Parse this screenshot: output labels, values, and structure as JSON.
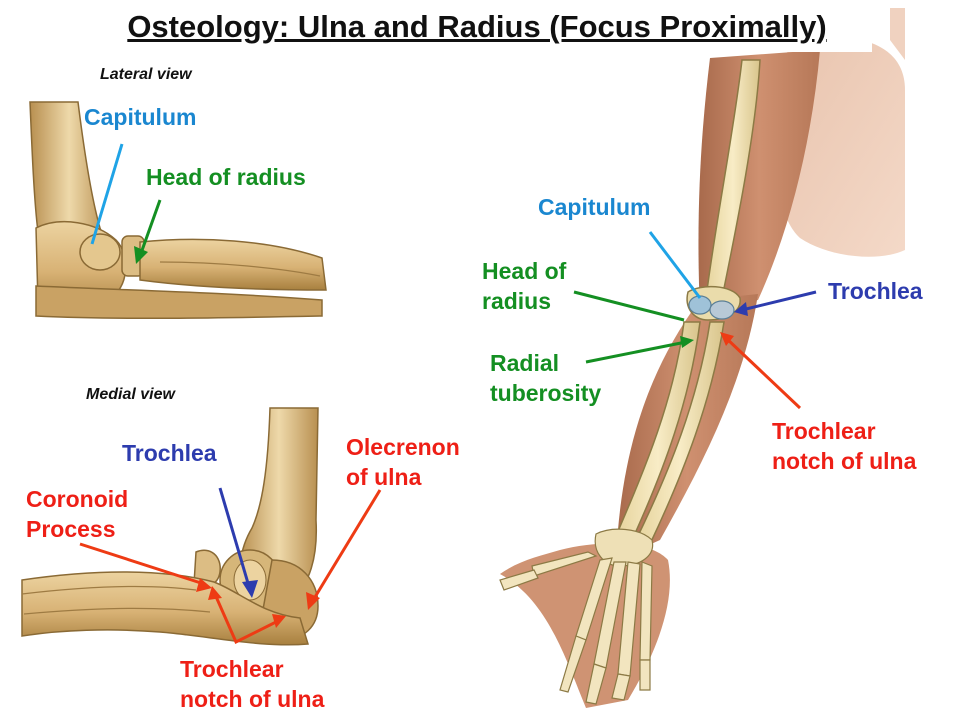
{
  "title": "Osteology: Ulna and Radius (Focus Proximally)",
  "views": {
    "lateral": "Lateral view",
    "medial": "Medial view"
  },
  "lateral_labels": {
    "capitulum": "Capitulum",
    "head_of_radius": "Head of radius"
  },
  "medial_labels": {
    "trochlea": "Trochlea",
    "olecrenon_line1": "Olecrenon",
    "olecrenon_line2": "of ulna",
    "coronoid_line1": "Coronoid",
    "coronoid_line2": "Process",
    "trochlear_notch_line1": "Trochlear",
    "trochlear_notch_line2": "notch of ulna"
  },
  "arm_labels": {
    "capitulum": "Capitulum",
    "head_of_radius_line1": "Head of",
    "head_of_radius_line2": "radius",
    "radial_tuberosity_line1": "Radial",
    "radial_tuberosity_line2": "tuberosity",
    "trochlea": "Trochlea",
    "trochlear_notch_line1": "Trochlear",
    "trochlear_notch_line2": "notch of ulna"
  },
  "colors": {
    "capitulum": "#1a87d0",
    "radius": "#148f22",
    "trochlea": "#2d3cae",
    "ulna": "#ee1f16",
    "bone": "#d9b273",
    "skin": "#c98a66"
  }
}
